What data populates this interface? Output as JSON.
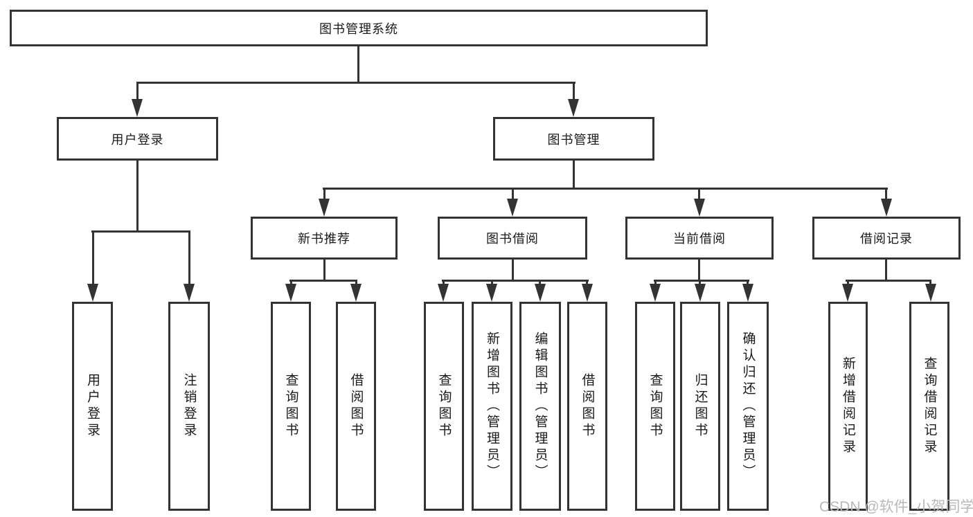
{
  "diagram": {
    "root": "图书管理系统",
    "branches": [
      {
        "label": "用户登录",
        "children": [
          "用户登录",
          "注销登录"
        ]
      },
      {
        "label": "图书管理",
        "sections": [
          {
            "label": "新书推荐",
            "children": [
              "查询图书",
              "借阅图书"
            ]
          },
          {
            "label": "图书借阅",
            "children": [
              "查询图书",
              "新增图书（管理员）",
              "编辑图书（管理员）",
              "借阅图书"
            ]
          },
          {
            "label": "当前借阅",
            "children": [
              "查询图书",
              "归还图书",
              "确认归还（管理员）"
            ]
          },
          {
            "label": "借阅记录",
            "children": [
              "新增借阅记录",
              "查询借阅记录"
            ]
          }
        ]
      }
    ]
  },
  "watermark": "CSDN @软件_小贺同学",
  "colors": {
    "line": "#333333",
    "text": "#1a1a1a",
    "watermark": "#b9b9b9",
    "background": "#ffffff"
  }
}
